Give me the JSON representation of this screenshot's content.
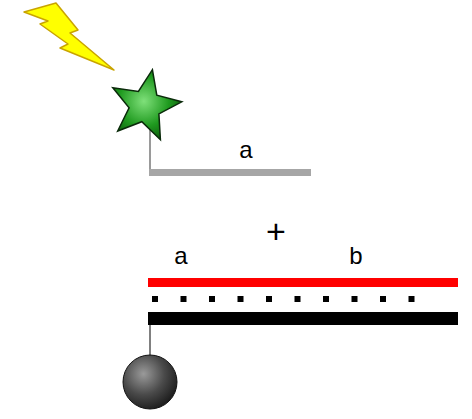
{
  "diagram": {
    "labels": [
      "a",
      "+",
      "a",
      "b"
    ]
  }
}
